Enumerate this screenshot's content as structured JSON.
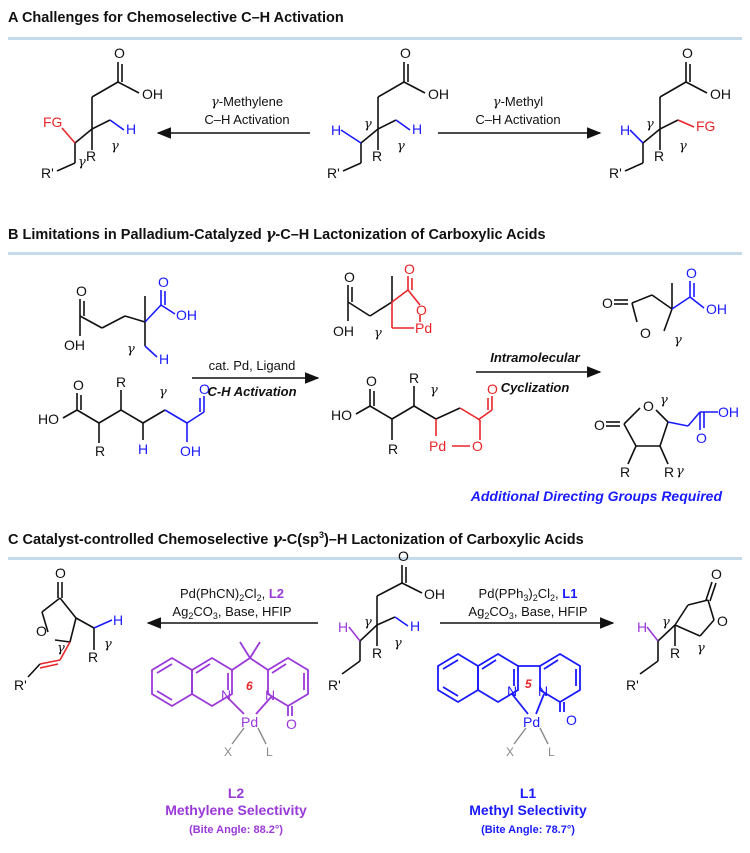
{
  "sections": {
    "a": {
      "title": "A Challenges for Chemoselective C–H Activation"
    },
    "b": {
      "title_pre": "B Limitations in Palladium-Catalyzed ",
      "title_post": "-C–H Lactonization of Carboxylic Acids"
    },
    "c": {
      "title_pre": "C Catalyst-controlled Chemoselective ",
      "title_mid": "-C(sp",
      "title_post": ")–H Lactonization of Carboxylic Acids"
    }
  },
  "labels": {
    "gamma": "γ",
    "oh": "OH",
    "ho": "HO",
    "o": "O",
    "h": "H",
    "r": "R",
    "r_prime": "R'",
    "fg": "FG",
    "pd": "Pd",
    "n": "N",
    "x": "X",
    "l": "L",
    "superscript_3": "3"
  },
  "arrows": {
    "a_left_line1": "-Methylene",
    "a_left_line2": "C–H Activation",
    "a_right_line1": "-Methyl",
    "a_right_line2": "C–H Activation",
    "b_first_top": "cat. Pd, Ligand",
    "b_first_bottom": "C-H Activation",
    "b_second_line1": "Intramolecular",
    "b_second_line2": "Cyclization",
    "c_left_line1": "Pd(PhCN)",
    "c_left_line1_sub": "2",
    "c_left_line1_b": "Cl",
    "c_left_line1_sub2": "2",
    "c_left_line1_c": ", ",
    "c_left_ligand": "L2",
    "c_right_line1": "Pd(PPh",
    "c_right_line1_sub": "3",
    "c_right_line1_b": ")",
    "c_right_line1_sub2": "2",
    "c_right_line1_c": "Cl",
    "c_right_line1_sub3": "2",
    "c_right_line1_d": ", ",
    "c_right_ligand": "L1",
    "reagents_ag": "Ag",
    "reagents_sub": "2",
    "reagents_rest": "CO",
    "reagents_sub2": "3",
    "reagents_tail": ", Base, HFIP"
  },
  "notes": {
    "additional_dg": "Additional Directing Groups Required"
  },
  "ligands": {
    "l2": {
      "name": "L2",
      "selectivity": "Methylene Selectivity",
      "bite": "(Bite Angle: 88.2°)",
      "ring_size": "6"
    },
    "l1": {
      "name": "L1",
      "selectivity": "Methyl Selectivity",
      "bite": "(Bite Angle: 78.7°)",
      "ring_size": "5"
    }
  },
  "colors": {
    "black": "#111111",
    "red": "#e8262a",
    "blue": "#1a1aff",
    "purple": "#9a39d8",
    "rule": "#c6dcea",
    "gray": "#8a8a8a"
  }
}
